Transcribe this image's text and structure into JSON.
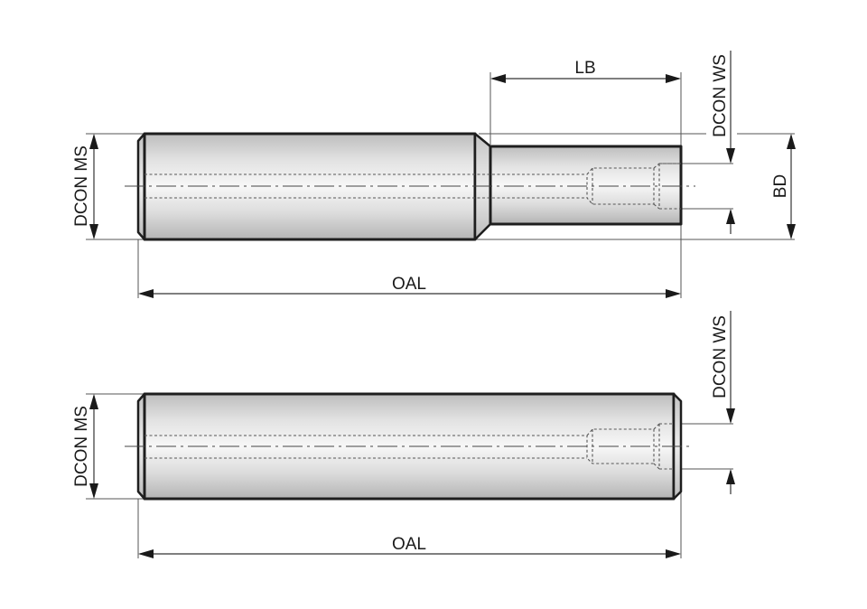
{
  "drawing": {
    "title": "Reduction sleeve technical drawing",
    "colors": {
      "outline": "#1e1e1e",
      "metal_light": "#f4f4f4",
      "metal_dark": "#b9b9b9",
      "dimension": "#333333"
    }
  },
  "top_view": {
    "labels": {
      "lb": "LB",
      "dcon_ws": "DCON WS",
      "bd": "BD",
      "dcon_ms": "DCON MS",
      "oal": "OAL"
    }
  },
  "bottom_view": {
    "labels": {
      "dcon_ws": "DCON WS",
      "dcon_ms": "DCON MS",
      "oal": "OAL"
    }
  }
}
